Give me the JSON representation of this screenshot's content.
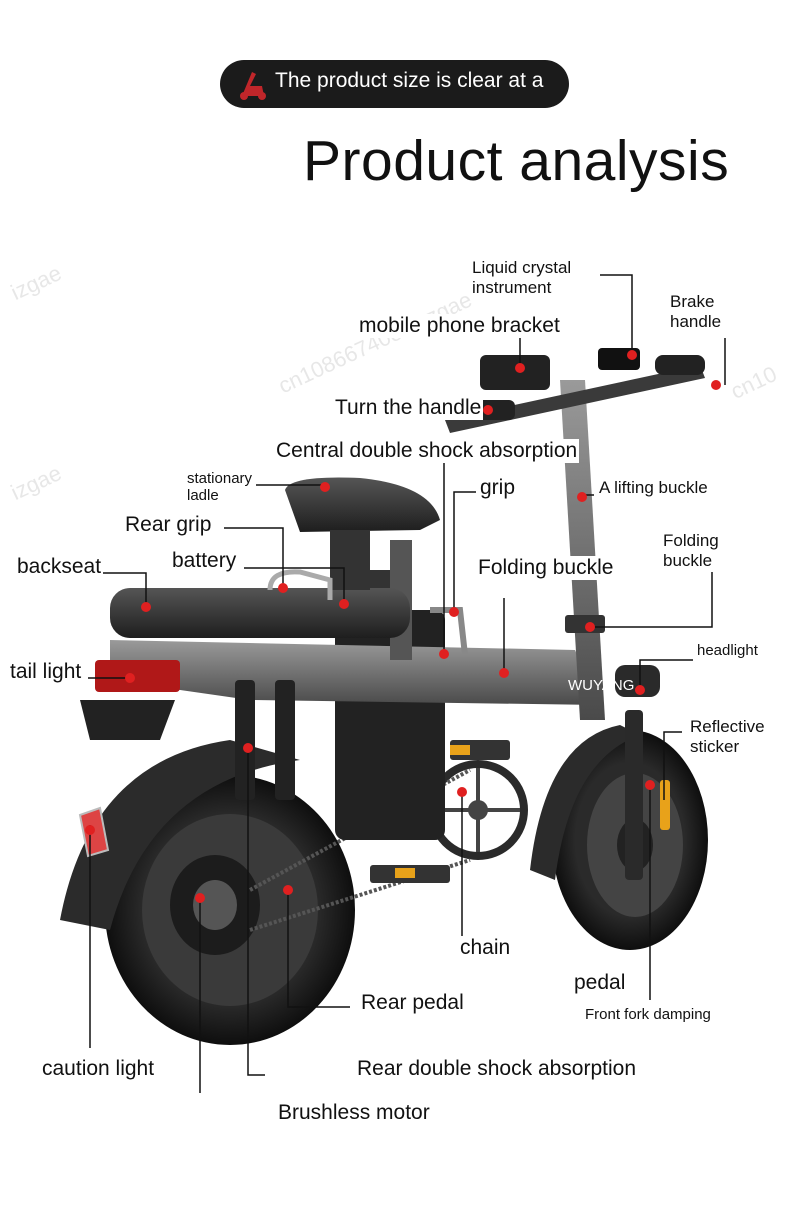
{
  "banner": {
    "text": "The product size is clear at a",
    "logo_icon": "scooter-logo-icon",
    "background": "#1b1b1b"
  },
  "title": "Product analysis",
  "watermarks": [
    "izgae",
    "cn108667408zmzgae",
    "cn10",
    "izgae"
  ],
  "brand_plate": "WUYANG",
  "callout_color": "#e02020",
  "labels": {
    "liquid_crystal_instrument_1": "Liquid crystal",
    "liquid_crystal_instrument_2": "instrument",
    "brake_handle_1": "Brake",
    "brake_handle_2": "handle",
    "mobile_phone_bracket": "mobile phone bracket",
    "turn_the_handle": "Turn the handle",
    "central_double_shock": "Central double shock absorption",
    "stationary_ladle_1": "stationary",
    "stationary_ladle_2": "ladle",
    "grip": "grip",
    "lifting_buckle": "A lifting buckle",
    "rear_grip": "Rear grip",
    "folding_buckle_right_1": "Folding",
    "folding_buckle_right_2": "buckle",
    "battery": "battery",
    "folding_buckle_center": "Folding buckle",
    "backseat": "backseat",
    "headlight": "headlight",
    "tail_light": "tail light",
    "reflective_sticker_1": "Reflective",
    "reflective_sticker_2": "sticker",
    "chain": "chain",
    "pedal": "pedal",
    "rear_pedal": "Rear pedal",
    "front_fork_damping": "Front fork damping",
    "caution_light": "caution light",
    "rear_double_shock": "Rear double shock absorption",
    "brushless_motor": "Brushless motor"
  }
}
